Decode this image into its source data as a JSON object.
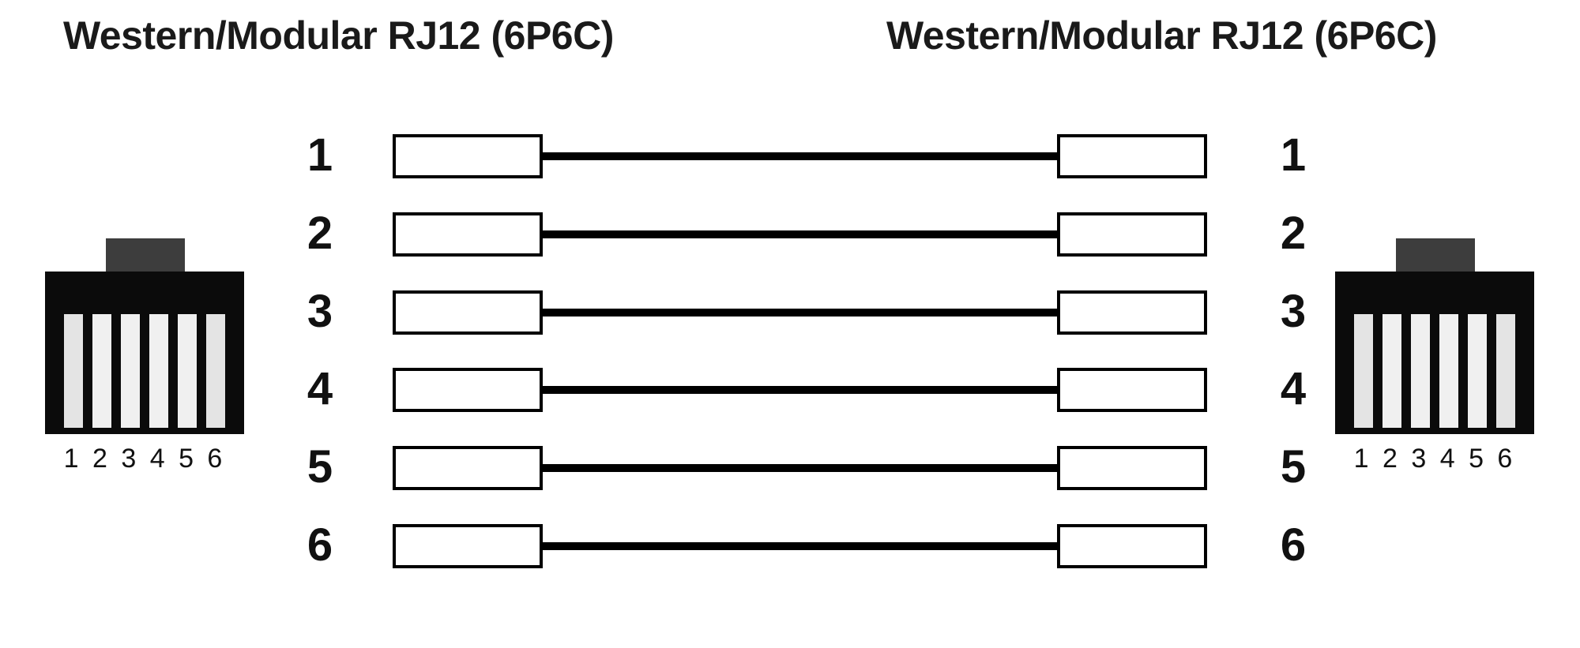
{
  "diagram": {
    "left_title": "Western/Modular RJ12 (6P6C)",
    "right_title": "Western/Modular RJ12 (6P6C)",
    "left_pins_caption": "1 2 3 4 5 6",
    "right_pins_caption": "1 2 3 4 5 6",
    "connections": [
      {
        "left_pin": "1",
        "right_pin": "1"
      },
      {
        "left_pin": "2",
        "right_pin": "2"
      },
      {
        "left_pin": "3",
        "right_pin": "3"
      },
      {
        "left_pin": "4",
        "right_pin": "4"
      },
      {
        "left_pin": "5",
        "right_pin": "5"
      },
      {
        "left_pin": "6",
        "right_pin": "6"
      }
    ],
    "colors": {
      "connector_body": "#0b0b0b",
      "connector_tab": "#3d3d3d",
      "pin_stripe": "#f0f0f0",
      "wire": "#000000",
      "text": "#1a1a1a",
      "background": "#ffffff"
    }
  }
}
